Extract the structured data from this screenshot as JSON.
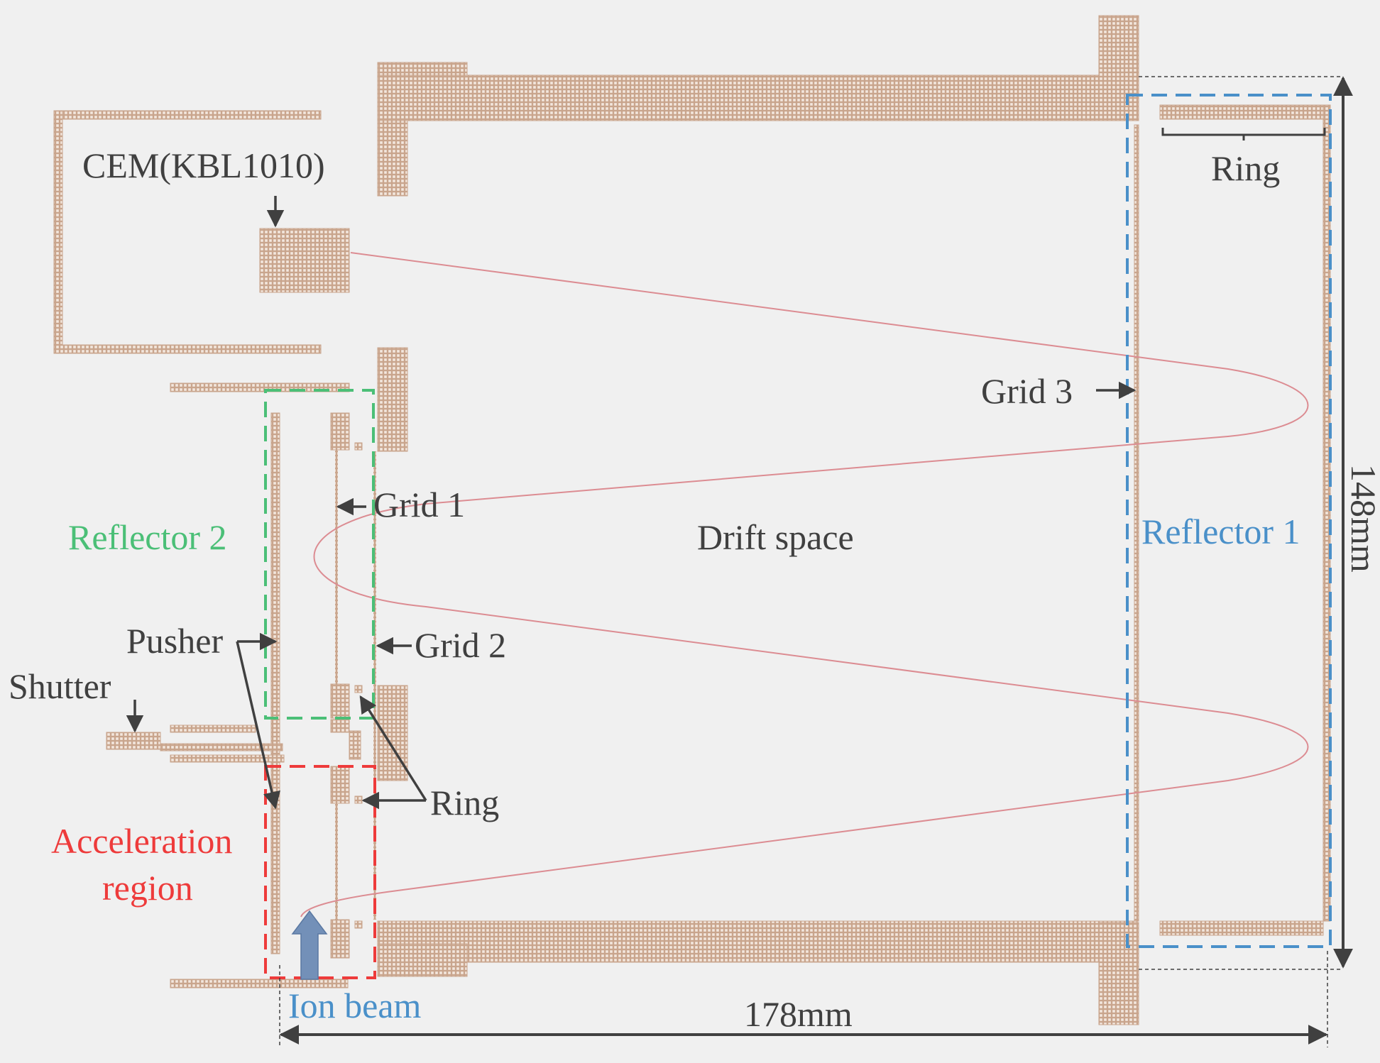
{
  "colors": {
    "background": "#f0f0f0",
    "electrode": "#c9a58d",
    "electrode_grid": "#f3e7de",
    "trajectory": "#dc8c92",
    "text": "#404040",
    "reflector2": "#4bbf77",
    "acceleration": "#ee3b3b",
    "reflector1": "#4a90c9",
    "ion_beam_text": "#4a90c9",
    "ion_beam_arrow": "#7390b8",
    "dimension_line": "#404040"
  },
  "labels": {
    "cem": "CEM(KBL1010)",
    "ring_top": "Ring",
    "grid3": "Grid 3",
    "grid1": "Grid 1",
    "reflector2": "Reflector 2",
    "drift_space": "Drift space",
    "reflector1": "Reflector 1",
    "height_dim": "148mm",
    "pusher": "Pusher",
    "grid2": "Grid 2",
    "shutter": "Shutter",
    "ring_left": "Ring",
    "acceleration_line1": "Acceleration",
    "acceleration_line2": "region",
    "ion_beam": "Ion beam",
    "width_dim": "178mm"
  }
}
